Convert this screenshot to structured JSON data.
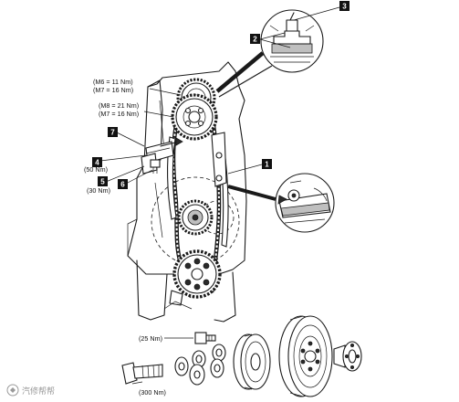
{
  "callouts": [
    "1",
    "2",
    "3",
    "4",
    "5",
    "6",
    "7"
  ],
  "torque_labels": {
    "upper_gear_m6": "(M6 = 11 Nm)",
    "upper_gear_m7_a": "(M7 = 16 Nm)",
    "mid_gear_m8": "(M8 = 21 Nm)",
    "mid_gear_m7_b": "(M7 = 16 Nm)",
    "tensioner_50": "(50 Nm)",
    "tensioner_30": "(30 Nm)",
    "small_bolt_25": "(25 Nm)",
    "large_bolt_300": "(300 Nm)"
  },
  "watermark": "汽修帮帮"
}
